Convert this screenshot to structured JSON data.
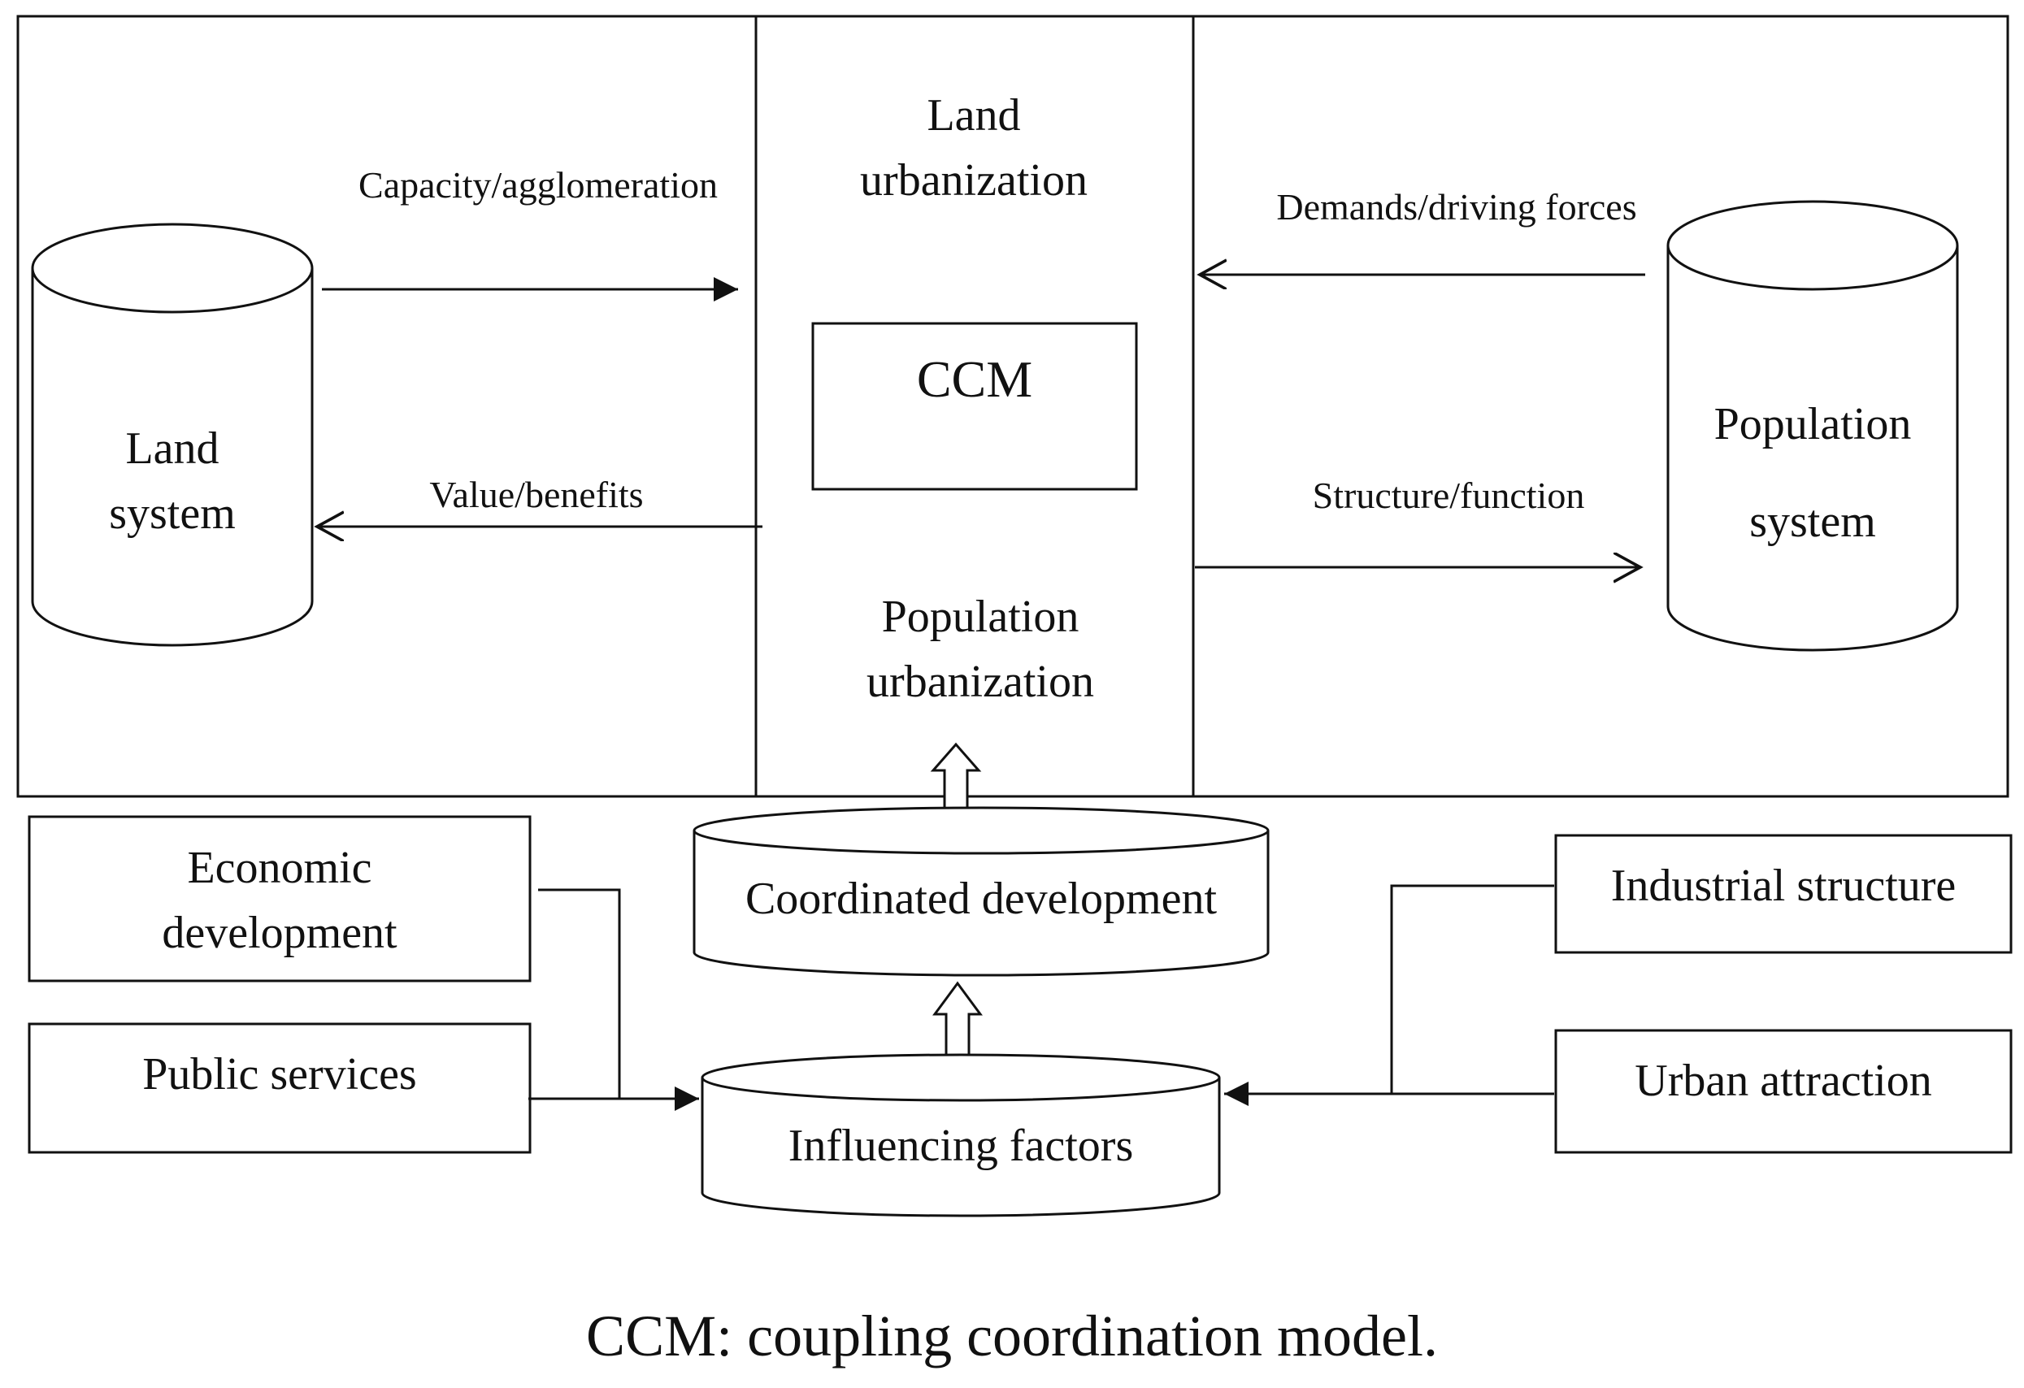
{
  "diagram": {
    "land_system": [
      "Land",
      "system"
    ],
    "population_system": [
      "Population",
      "system"
    ],
    "land_urbanization": [
      "Land",
      "urbanization"
    ],
    "ccm": "CCM",
    "population_urbanization": [
      "Population",
      "urbanization"
    ],
    "capacity": "Capacity/agglomeration",
    "value": "Value/benefits",
    "demands": "Demands/driving forces",
    "structure": "Structure/function",
    "coordinated": "Coordinated development",
    "influencing": "Influencing factors",
    "economic": [
      "Economic",
      "development"
    ],
    "public": "Public services",
    "industrial": "Industrial structure",
    "urban": "Urban attraction"
  },
  "caption": "CCM: coupling coordination model."
}
